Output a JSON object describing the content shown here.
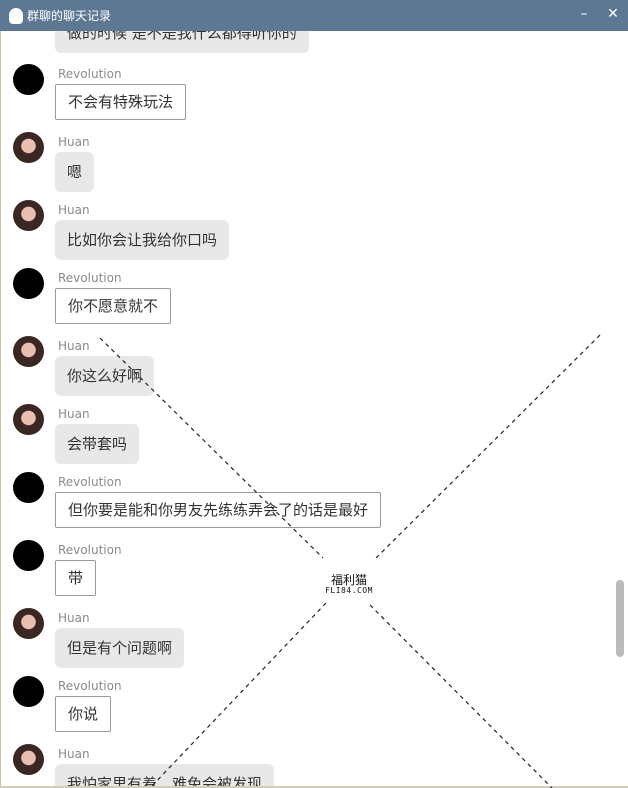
{
  "window": {
    "title": "群聊的聊天记录",
    "minimize": "–",
    "close": "✕"
  },
  "first_partial": "做的时候 是不是我什么都得听你的",
  "messages": [
    {
      "sender": "Revolution",
      "text": "不会有特殊玩法",
      "style": "paper"
    },
    {
      "sender": "Huan",
      "text": "嗯",
      "style": "gray"
    },
    {
      "sender": "Huan",
      "text": "比如你会让我给你口吗",
      "style": "gray"
    },
    {
      "sender": "Revolution",
      "text": "你不愿意就不",
      "style": "paper"
    },
    {
      "sender": "Huan",
      "text": "你这么好啊",
      "style": "gray"
    },
    {
      "sender": "Huan",
      "text": "会带套吗",
      "style": "gray"
    },
    {
      "sender": "Revolution",
      "text": "但你要是能和你男友先练练弄会了的话是最好",
      "style": "paper"
    },
    {
      "sender": "Revolution",
      "text": "带",
      "style": "paper"
    },
    {
      "sender": "Huan",
      "text": "但是有个问题啊",
      "style": "gray"
    },
    {
      "sender": "Revolution",
      "text": "你说",
      "style": "paper"
    },
    {
      "sender": "Huan",
      "text": "我怕家里有着，难免会被发现",
      "style": "gray"
    }
  ],
  "watermark": {
    "text": "福利猫",
    "sub": "FLI84.COM"
  }
}
